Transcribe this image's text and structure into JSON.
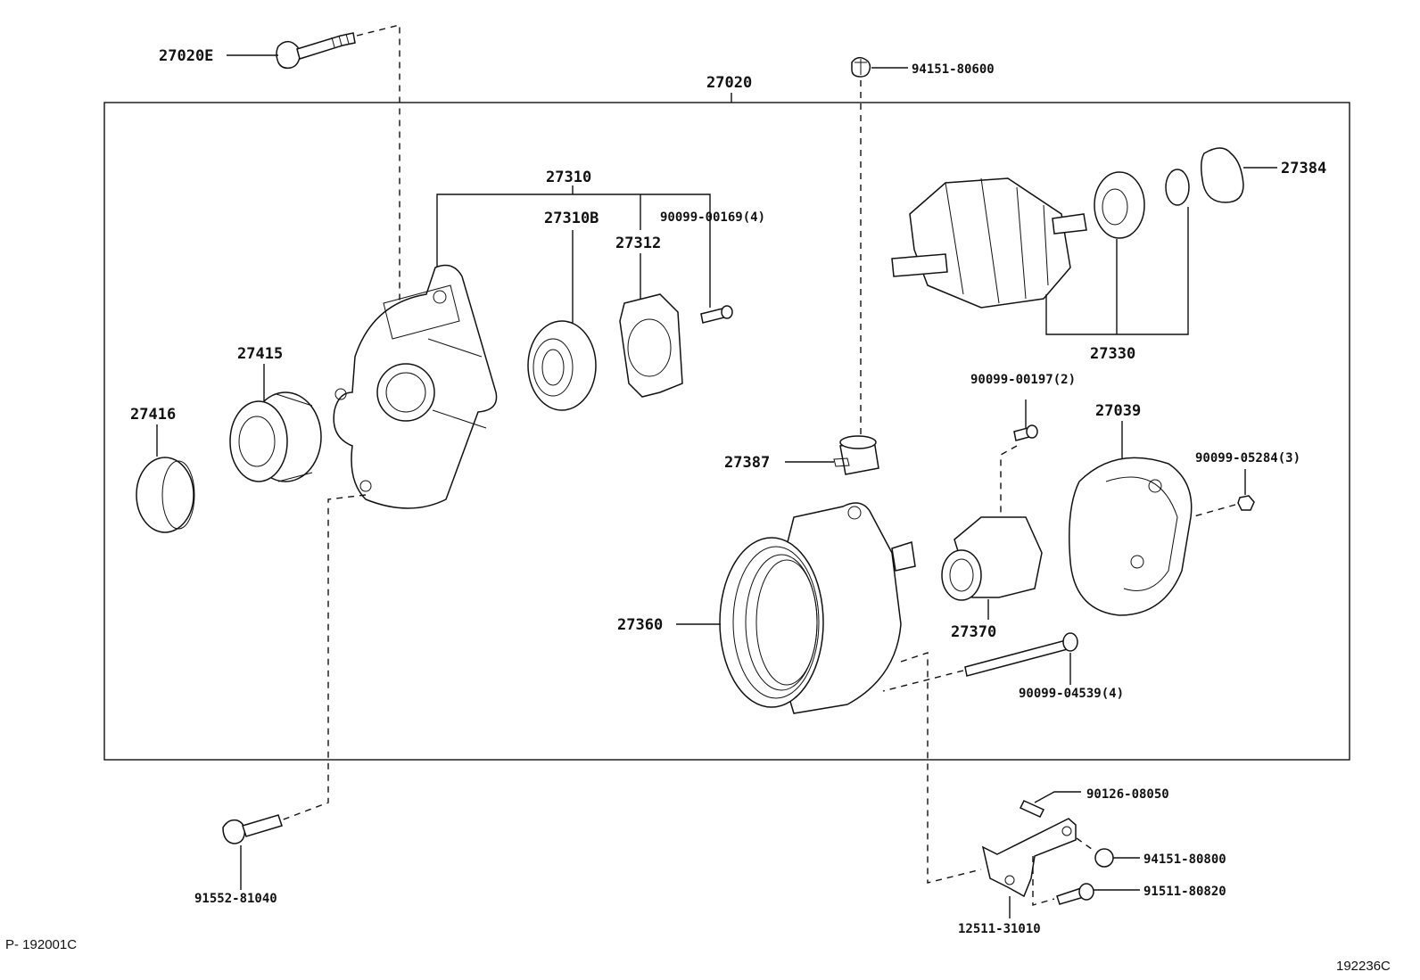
{
  "diagram": {
    "assembly_label": "27020",
    "footer_left": "P- 192001C",
    "footer_right": "192236C",
    "callouts": {
      "bolt_top": "27020E",
      "nut_top": "94151-80600",
      "frame_group": "27310",
      "frame": "27310B",
      "bearing_retainer": "27312",
      "screw_frame": "90099-00169(4)",
      "rotor": "27330",
      "bearing_cover": "27384",
      "pulley_cap": "27416",
      "pulley": "27415",
      "terminal_insulator": "27387",
      "screw_regulator": "90099-00197(2)",
      "rear_cover": "27039",
      "nut_cover": "90099-05284(3)",
      "stator": "27360",
      "brush_holder": "27370",
      "through_bolt": "90099-04539(4)",
      "stud": "90126-08050",
      "nut_bracket": "94151-80800",
      "bolt_bracket": "91511-80820",
      "bracket": "12511-31010",
      "bolt_bottom": "91552-81040"
    }
  }
}
